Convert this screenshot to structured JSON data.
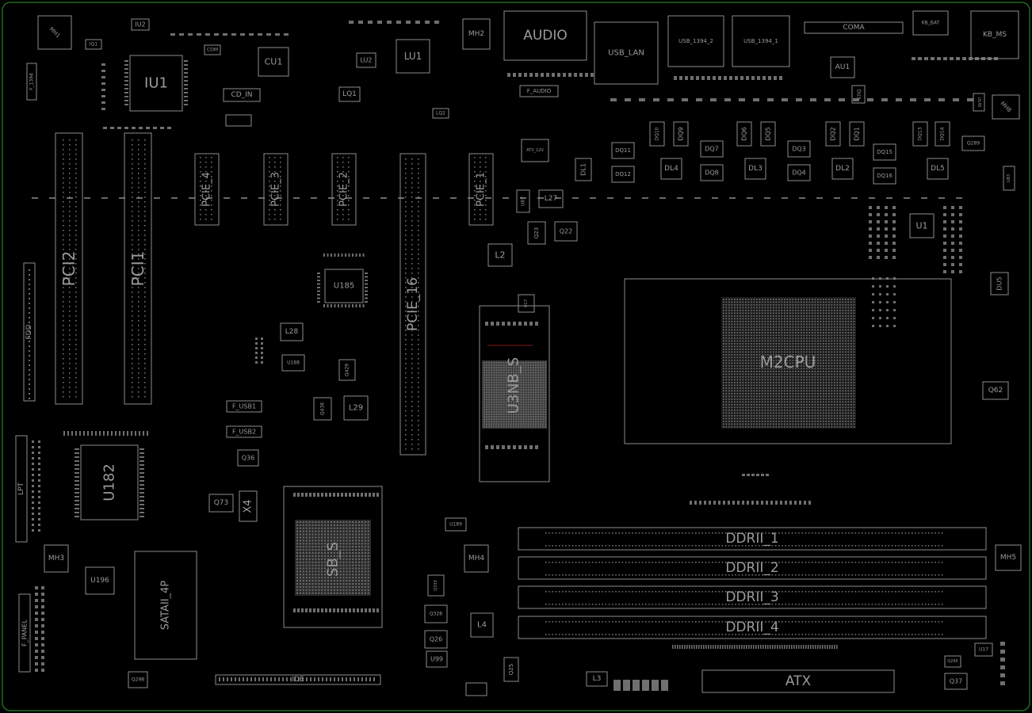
{
  "board": {
    "edge_color": "#1f6a1f",
    "outline_color": "#8c8c8c",
    "pad_color": "#6f6f6f",
    "label_color": "#9a9a9a",
    "accent_line_color": "#8a1a1a"
  },
  "components": {
    "mh1": "MH1",
    "iu2": "IU2",
    "iq1": "IQ1",
    "iu1": "IU1",
    "com": "COM",
    "cu1": "CU1",
    "cd_in": "CD_IN",
    "lu2": "LU2",
    "lu1": "LU1",
    "lq1": "LQ1",
    "lq2": "LQ2",
    "mh2": "MH2",
    "audio": "AUDIO",
    "f_audio": "F_AUDIO",
    "usb_lan": "USB_LAN",
    "usb1394_2": "USB_1394_2",
    "usb1394_1": "USB_1394_1",
    "coma": "COMA",
    "au1": "AU1",
    "kb_ms": "KB_MS",
    "mh8": "MH8",
    "pci2": "PCI2",
    "pci1": "PCI1",
    "pcie4": "PCIE_4",
    "pcie3": "PCIE_3",
    "pcie2": "PCIE_2",
    "pcie16": "PCIE_16",
    "pcie1": "PCIE_1",
    "fdd": "FDD",
    "f1394": "F_1394",
    "l27": "L27",
    "q23": "Q23",
    "q22": "Q22",
    "l2": "L2",
    "dl1": "DL1",
    "dq11": "DQ11",
    "dq12": "DQ12",
    "dq10": "DQ10",
    "dq9": "DQ9",
    "dl4": "DL4",
    "dq7": "DQ7",
    "dq8": "DQ8",
    "dq6": "DQ6",
    "dq5": "DQ5",
    "dl3": "DL3",
    "dq3": "DQ3",
    "dq4": "DQ4",
    "dq2": "DQ2",
    "dq1": "DQ1",
    "dl2": "DL2",
    "dq15": "DQ15",
    "dq16": "DQ16",
    "dq13": "DQ13",
    "dq14": "DQ14",
    "dl5": "DL5",
    "q289": "Q289",
    "u1": "U1",
    "du5": "DU5",
    "u185": "U185",
    "l28": "L28",
    "u188": "U188",
    "q429": "Q429",
    "q438": "Q438",
    "l29": "L29",
    "f_usb1": "F_USB1",
    "f_usb2": "F_USB2",
    "q36": "Q36",
    "nb": "NB_S",
    "u3": "U3",
    "m2cpu": "M2CPU",
    "q62": "Q62",
    "lpt": "LPT",
    "u182": "U182",
    "q73": "Q73",
    "x4": "X4",
    "sb": "SB_S",
    "mh3": "MH3",
    "u196": "U196",
    "sata": "SATAII_4P",
    "f_panel": "F_PANEL",
    "q298": "Q298",
    "ide": "IDE",
    "u189": "U189",
    "mh4": "MH4",
    "q333": "Q333",
    "q328": "Q328",
    "q26": "Q26",
    "u99": "U99",
    "l4": "L4",
    "q25": "Q25",
    "l3": "L3",
    "mh5": "MH5",
    "ddr1": "DDRII_1",
    "ddr2": "DDRII_2",
    "ddr3": "DDRII_3",
    "ddr4": "DDRII_4",
    "atx": "ATX",
    "u17": "U17",
    "q37": "Q37",
    "q295": "Q295",
    "atx12v": "ATX_12V",
    "u87": "U87",
    "kb_bat": "KB_BAT",
    "du3": "DU3",
    "u145": "U145",
    "u83": "U83"
  }
}
